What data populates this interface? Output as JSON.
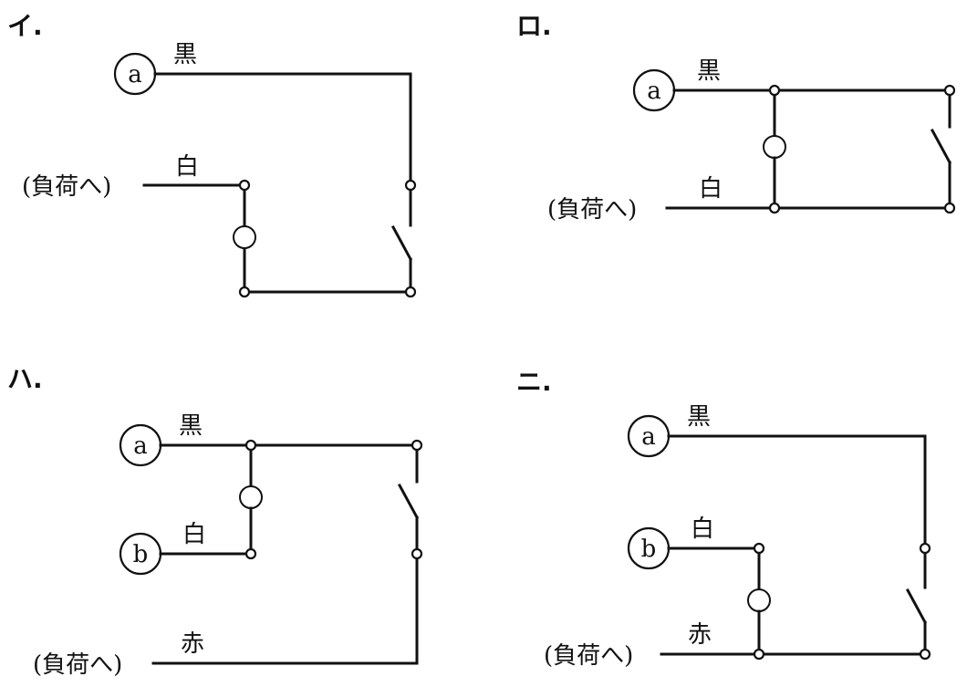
{
  "options": {
    "i": {
      "label": "イ.",
      "terminal_a": "a",
      "black_label": "黒",
      "white_label": "白",
      "load_label": "(負荷へ)"
    },
    "ro": {
      "label": "ロ.",
      "terminal_a": "a",
      "black_label": "黒",
      "white_label": "白",
      "load_label": "(負荷へ)"
    },
    "ha": {
      "label": "ハ.",
      "terminal_a": "a",
      "terminal_b": "b",
      "black_label": "黒",
      "white_label": "白",
      "red_label": "赤",
      "load_label": "(負荷へ)"
    },
    "ni": {
      "label": "ニ.",
      "terminal_a": "a",
      "terminal_b": "b",
      "black_label": "黒",
      "white_label": "白",
      "red_label": "赤",
      "load_label": "(負荷へ)"
    }
  },
  "colors": {
    "line": "#111111",
    "background": "#ffffff"
  }
}
